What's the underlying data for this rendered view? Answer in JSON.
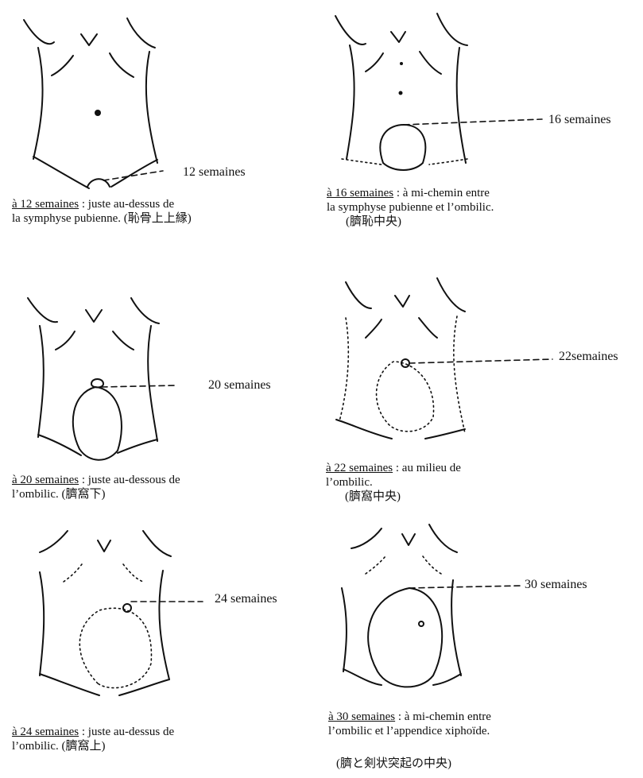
{
  "panels": [
    {
      "weeks_label": "12 semaines",
      "caption_head": "à 12 semaines",
      "caption_text": " : juste au-dessus de",
      "caption_line2": "la symphyse pubienne. (恥骨上上縁)",
      "caption_line3": ""
    },
    {
      "weeks_label": "16 semaines",
      "caption_head": "à 16 semaines",
      "caption_text": " : à mi-chemin entre",
      "caption_line2": "la symphyse pubienne et l’ombilic.",
      "caption_line3": "(臍恥中央)"
    },
    {
      "weeks_label": "20 semaines",
      "caption_head": "à 20 semaines",
      "caption_text": " : juste au-dessous de",
      "caption_line2": "l’ombilic. (臍窩下)",
      "caption_line3": ""
    },
    {
      "weeks_label": "22semaines",
      "caption_head": "à 22 semaines",
      "caption_text": " : au milieu de",
      "caption_line2": "l’ombilic.",
      "caption_line3": "(臍窩中央)"
    },
    {
      "weeks_label": "24 semaines",
      "caption_head": "à 24 semaines",
      "caption_text": " : juste au-dessus de",
      "caption_line2": "l’ombilic. (臍窩上)",
      "caption_line3": ""
    },
    {
      "weeks_label": "30 semaines",
      "caption_head": "à 30 semaines",
      "caption_text": " : à mi-chemin entre",
      "caption_line2": "l’ombilic et l’appendice xiphoïde.",
      "caption_line3": ""
    }
  ],
  "bottom_note": "(臍と剣状突起の中央)"
}
